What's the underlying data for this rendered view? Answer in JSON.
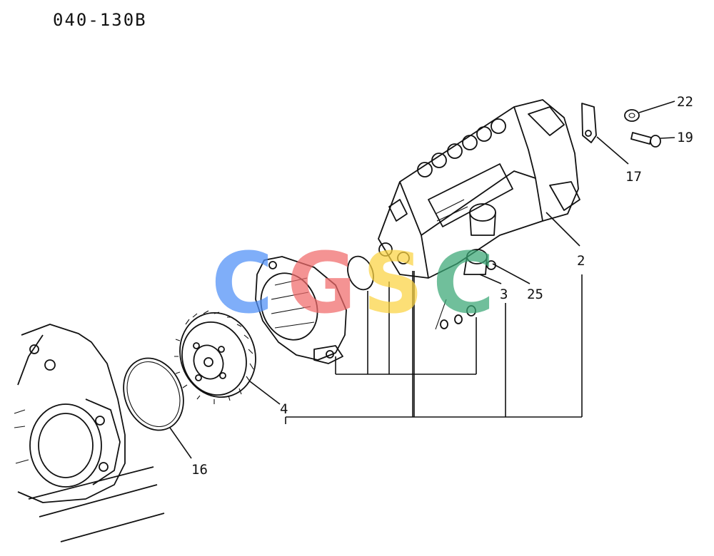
{
  "diagram_code": "040-130B",
  "callouts": {
    "c22": "22",
    "c19": "19",
    "c17": "17",
    "c2": "2",
    "c25": "25",
    "c3": "3",
    "c4": "4",
    "c16": "16"
  },
  "watermark": {
    "letters": [
      "C",
      "G",
      "S",
      "C"
    ],
    "colors": [
      "#4f8ff7",
      "#f06a6a",
      "#fbd342",
      "#3aa776"
    ]
  }
}
